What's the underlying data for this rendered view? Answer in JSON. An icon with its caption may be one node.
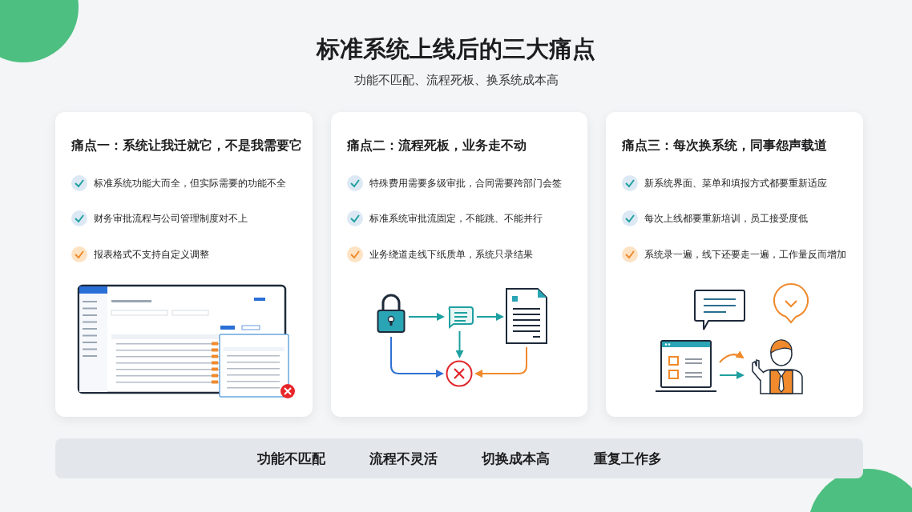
{
  "diagram": {
    "title": "标准系统上线后的三大痛点",
    "caption": "功能不匹配、流程死板、换系统成本高",
    "nodes": [
      {
        "text": [
          "痛点一：系统让我迁就它，不是我需要它",
          "标准系统功能大而全，但实际需要的功能不全",
          "财务审批流程与公司管理制度对不上",
          "报表格式不支持自定义调整"
        ]
      },
      {
        "text": [
          "痛点二：流程死板，业务走不动",
          "特殊费用需要多级审批，合同需要跨部门会签",
          "标准系统审批流固定，不能跳、不能并行",
          "业务绕道走线下纸质单，系统只录结果"
        ]
      },
      {
        "text": [
          "痛点三：每次换系统，同事怨声载道",
          "新系统界面、菜单和填报方式都要重新适应",
          "每次上线都要重新培训，员工接受度低",
          "系统录一遍，线下还要走一遍，工作量反而增加"
        ]
      },
      {
        "text": [],
        "shape": "picture",
        "in": 1
      },
      {
        "text": [],
        "shape": "picture",
        "in": 1
      },
      {
        "text": [],
        "shape": "picture",
        "in": 1
      },
      {
        "text": [],
        "shape": "circle",
        "in": 1
      },
      {
        "text": [],
        "shape": "picture",
        "in": 2
      },
      {
        "text": [],
        "shape": "person",
        "in": 2
      },
      {
        "text": [
          "功能不匹配",
          "流程不灵活",
          "切换成本高",
          "重复工作多"
        ]
      }
    ],
    "edges": [
      {
        "from": 3,
        "to": 4,
        "arrow": "to"
      },
      {
        "from": 4,
        "to": 5,
        "arrow": "to"
      },
      {
        "from": 4,
        "to": 6,
        "arrow": "to"
      },
      {
        "from": 3,
        "to": 6,
        "arrow": "to",
        "color": "#2f72d4"
      },
      {
        "from": 5,
        "to": 6,
        "arrow": "to",
        "color": "#f08a2c"
      },
      {
        "from": 7,
        "to": 8,
        "arrow": "to",
        "color": "#f08a2c"
      },
      {
        "from": 7,
        "to": 8,
        "arrow": "to"
      }
    ]
  }
}
